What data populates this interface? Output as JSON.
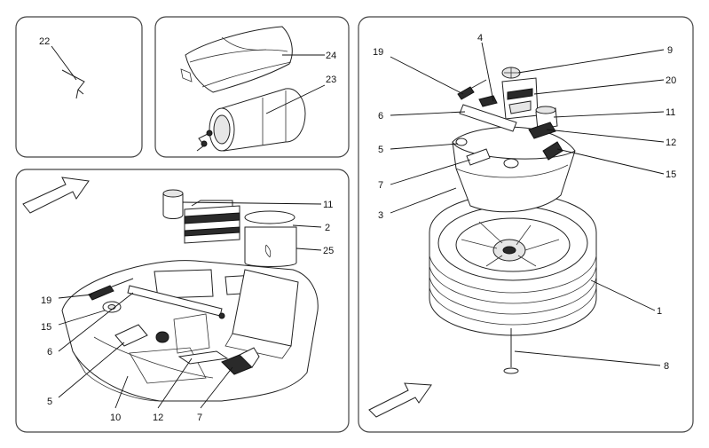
{
  "callouts": {
    "p1": {
      "c22": "22"
    },
    "p2": {
      "c24": "24",
      "c23": "23"
    },
    "p3": {
      "c11": "11",
      "c2": "2",
      "c25": "25",
      "c19": "19",
      "c15": "15",
      "c6": "6",
      "c5": "5",
      "c10": "10",
      "c12": "12",
      "c7": "7"
    },
    "p4": {
      "c19": "19",
      "c4": "4",
      "c9": "9",
      "c20": "20",
      "c6": "6",
      "c11": "11",
      "c12": "12",
      "c5": "5",
      "c15": "15",
      "c7": "7",
      "c3": "3",
      "c1": "1",
      "c8": "8"
    }
  }
}
